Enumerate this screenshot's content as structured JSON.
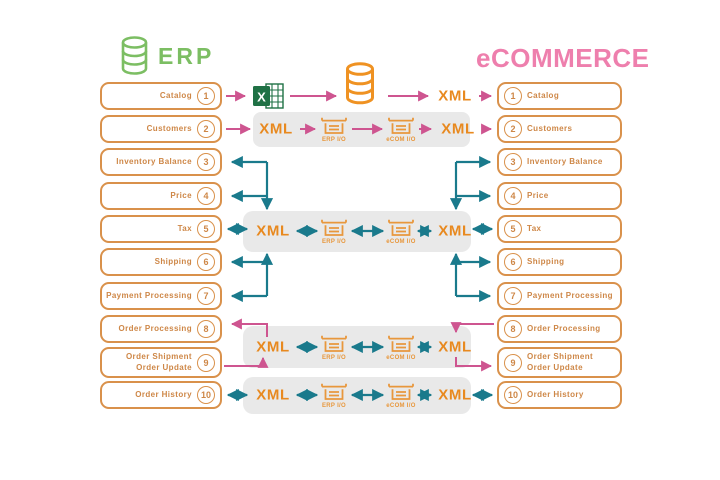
{
  "header": {
    "erp": "ERP",
    "ecommerce": "eCOMMERCE"
  },
  "rows": [
    {
      "num": "1",
      "label": "Catalog"
    },
    {
      "num": "2",
      "label": "Customers"
    },
    {
      "num": "3",
      "label": "Inventory Balance"
    },
    {
      "num": "4",
      "label": "Price"
    },
    {
      "num": "5",
      "label": "Tax"
    },
    {
      "num": "6",
      "label": "Shipping"
    },
    {
      "num": "7",
      "label": "Payment Processing"
    },
    {
      "num": "8",
      "label": "Order Processing"
    },
    {
      "num": "9",
      "label": "Order Shipment Order Update"
    },
    {
      "num": "10",
      "label": "Order History"
    }
  ],
  "middle": {
    "xml": "XML",
    "erp_io": "ERP I/O",
    "ecom_io": "eCOM I/O"
  },
  "icons": {
    "erp_database": "green-database-icon",
    "staging_database": "orange-database-icon",
    "excel": "excel-file-icon",
    "cart": "basket-io-icon"
  },
  "colors": {
    "orange": "#d9914b",
    "orange_text": "#ce8747",
    "xml_orange": "#e8891f",
    "icon_orange": "#ef9222",
    "teal": "#1a7a8c",
    "pink_arrow": "#ce5590",
    "pink_title": "#ee7fad",
    "green": "#7cbe63",
    "excel_green": "#1f7145",
    "band_gray": "#e9e9e9"
  }
}
